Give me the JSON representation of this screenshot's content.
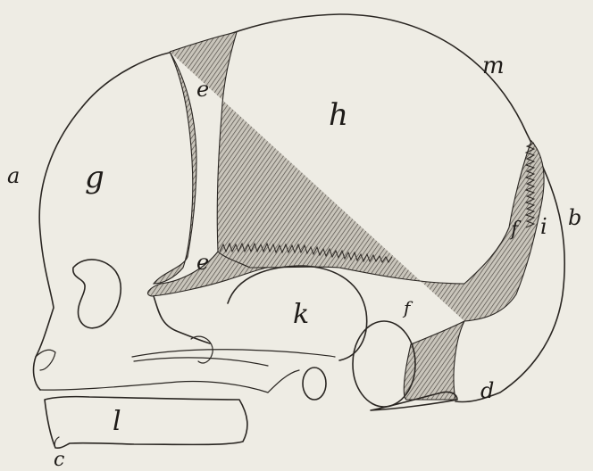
{
  "figure": {
    "labels": {
      "a": "a",
      "b": "b",
      "c": "c",
      "d": "d",
      "e_upper": "e",
      "e_lower": "e",
      "f_right": "f",
      "f_lower": "f",
      "g": "g",
      "h": "h",
      "i": "i",
      "k": "k",
      "l": "l",
      "m": "m"
    }
  }
}
